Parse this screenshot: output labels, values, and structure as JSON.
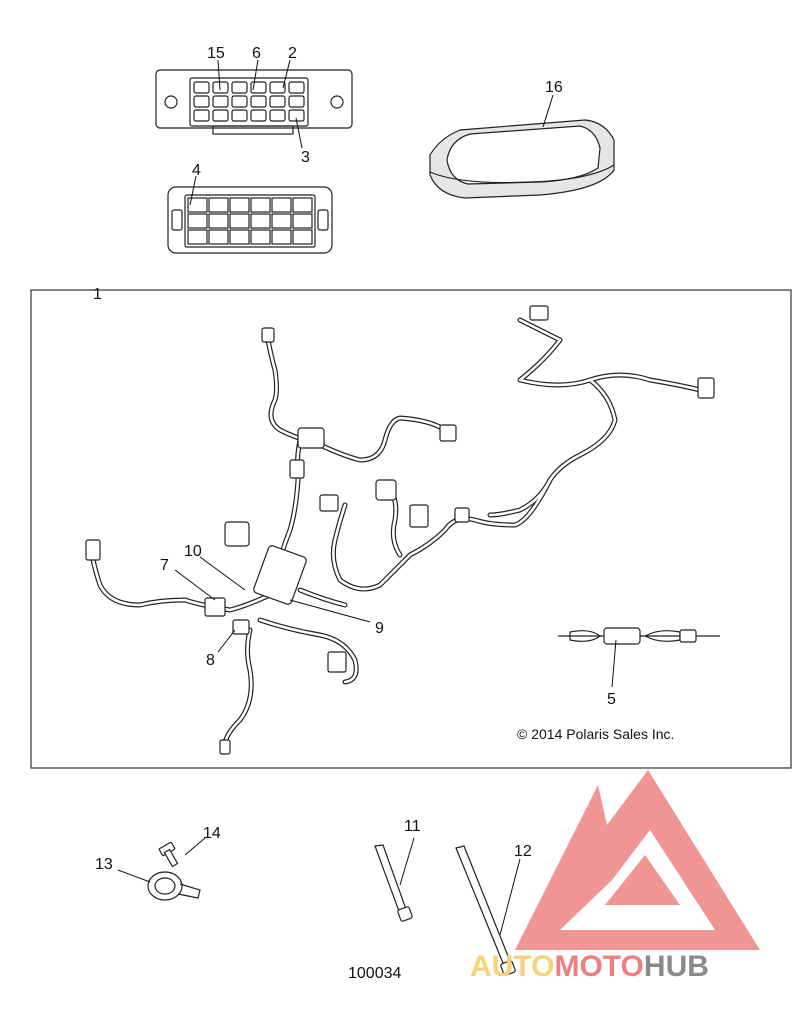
{
  "diagram": {
    "callouts": [
      {
        "id": "c15",
        "label": "15"
      },
      {
        "id": "c6",
        "label": "6"
      },
      {
        "id": "c2",
        "label": "2"
      },
      {
        "id": "c3",
        "label": "3"
      },
      {
        "id": "c4",
        "label": "4"
      },
      {
        "id": "c16",
        "label": "16"
      },
      {
        "id": "c1",
        "label": "1"
      },
      {
        "id": "c10",
        "label": "10"
      },
      {
        "id": "c7",
        "label": "7"
      },
      {
        "id": "c9",
        "label": "9"
      },
      {
        "id": "c8",
        "label": "8"
      },
      {
        "id": "c5",
        "label": "5"
      },
      {
        "id": "c14",
        "label": "14"
      },
      {
        "id": "c13",
        "label": "13"
      },
      {
        "id": "c11",
        "label": "11"
      },
      {
        "id": "c12",
        "label": "12"
      }
    ],
    "copyright": "© 2014 Polaris Sales Inc.",
    "figure_number": "100034"
  },
  "watermark": {
    "part1": "AUTO",
    "part2": "MOTO",
    "part3": "HUB",
    "colors": {
      "auto": "#f6d27a",
      "moto": "#ef7f7f",
      "hub": "#8a8a8a",
      "triangle": "#ee6f6f"
    }
  }
}
